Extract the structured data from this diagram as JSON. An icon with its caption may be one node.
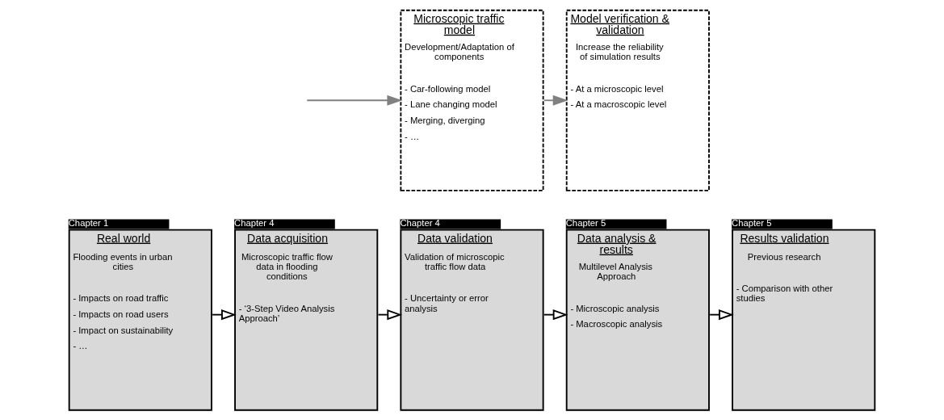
{
  "diagram": {
    "nodes": [
      {
        "text": [
          "Chapter 1",
          "Real world",
          "Flooding events in urban cities",
          "- Impacts on road traffic",
          "- Impacts on road users",
          "- Impact on sustainability",
          "- …"
        ]
      },
      {
        "text": [
          "Chapter 4",
          "Data acquisition",
          "Microscopic traffic flow data in flooding conditions",
          "- ‘3-Step Video Analysis Approach’"
        ]
      },
      {
        "text": [
          "Chapter 4",
          "Data validation",
          "Validation of microscopic traffic flow data",
          "- Uncertainty or error analysis"
        ]
      },
      {
        "text": [
          "Chapter 5",
          "Data analysis & results",
          "Multilevel Analysis Approach",
          "- Microscopic analysis",
          "- Macroscopic analysis"
        ]
      },
      {
        "text": [
          "Chapter 5",
          "Results validation",
          "Previous research",
          "- Comparison with other studies"
        ]
      },
      {
        "text": [
          "Microscopic traffic model",
          "Development/Adaptation of components",
          "- Car-following model",
          "- Lane changing model",
          "- Merging, diverging",
          "- …"
        ]
      },
      {
        "text": [
          "Model verification & validation",
          "Increase the reliability of simulation results",
          "- At a microscopic level",
          "- At a macroscopic level"
        ]
      }
    ],
    "edges": [
      {
        "from": 0,
        "to": 1,
        "arrow": "to"
      },
      {
        "from": 1,
        "to": 2,
        "arrow": "to"
      },
      {
        "from": 2,
        "to": 3,
        "arrow": "to"
      },
      {
        "from": 3,
        "to": 4,
        "arrow": "to"
      },
      {
        "from": null,
        "to": 5,
        "arrow": "to",
        "color": "#808080"
      },
      {
        "from": 5,
        "to": 6,
        "arrow": "to",
        "color": "#808080"
      }
    ]
  }
}
